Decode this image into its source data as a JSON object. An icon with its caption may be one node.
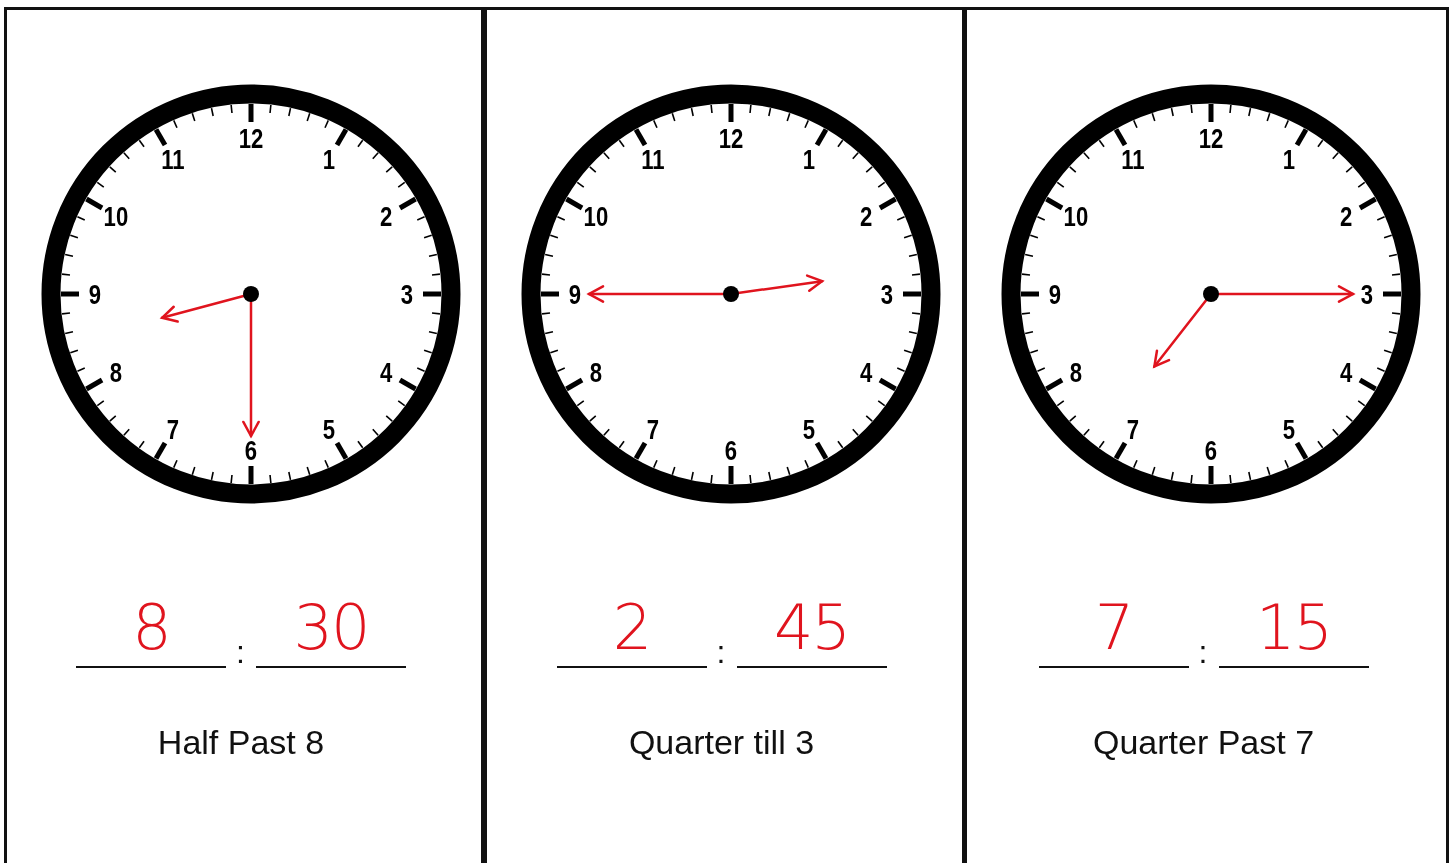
{
  "diagram": {
    "nodes": [
      {
        "text": [
          "8",
          ":",
          "30",
          "Half Past 8"
        ]
      },
      {
        "text": [
          "12",
          "1",
          "2",
          "3",
          "4",
          "5",
          "6",
          "7",
          "8",
          "9",
          "10",
          "11"
        ],
        "in": 0
      },
      {
        "text": [
          "2",
          ":",
          "45",
          "Quarter till 3"
        ]
      },
      {
        "text": [
          "12",
          "1",
          "2",
          "3",
          "4",
          "5",
          "6",
          "7",
          "8",
          "9",
          "10",
          "11"
        ],
        "in": 2
      },
      {
        "text": [
          "7",
          ":",
          "15",
          "Quarter Past 7"
        ]
      },
      {
        "text": [
          "12",
          "1",
          "2",
          "3",
          "4",
          "5",
          "6",
          "7",
          "8",
          "9",
          "10",
          "11"
        ],
        "in": 4
      }
    ]
  }
}
